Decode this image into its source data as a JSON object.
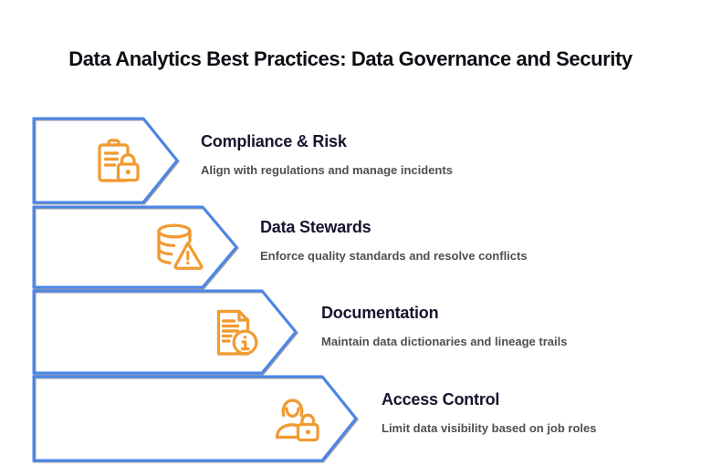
{
  "title": "Data Analytics Best Practices: Data Governance and Security",
  "colors": {
    "arrow_border": "#4a86e8",
    "icon_accent": "#f29b30",
    "heading_text": "#15152e",
    "description_text": "#4f4f4f",
    "background": "#ffffff"
  },
  "steps": [
    {
      "icon": "clipboard-lock-icon",
      "title": "Compliance & Risk",
      "description": "Align with regulations and manage incidents"
    },
    {
      "icon": "database-warning-icon",
      "title": "Data Stewards",
      "description": "Enforce quality standards and resolve conflicts"
    },
    {
      "icon": "document-info-icon",
      "title": "Documentation",
      "description": "Maintain data dictionaries and lineage trails"
    },
    {
      "icon": "user-lock-icon",
      "title": "Access Control",
      "description": "Limit data visibility based on job roles"
    }
  ]
}
